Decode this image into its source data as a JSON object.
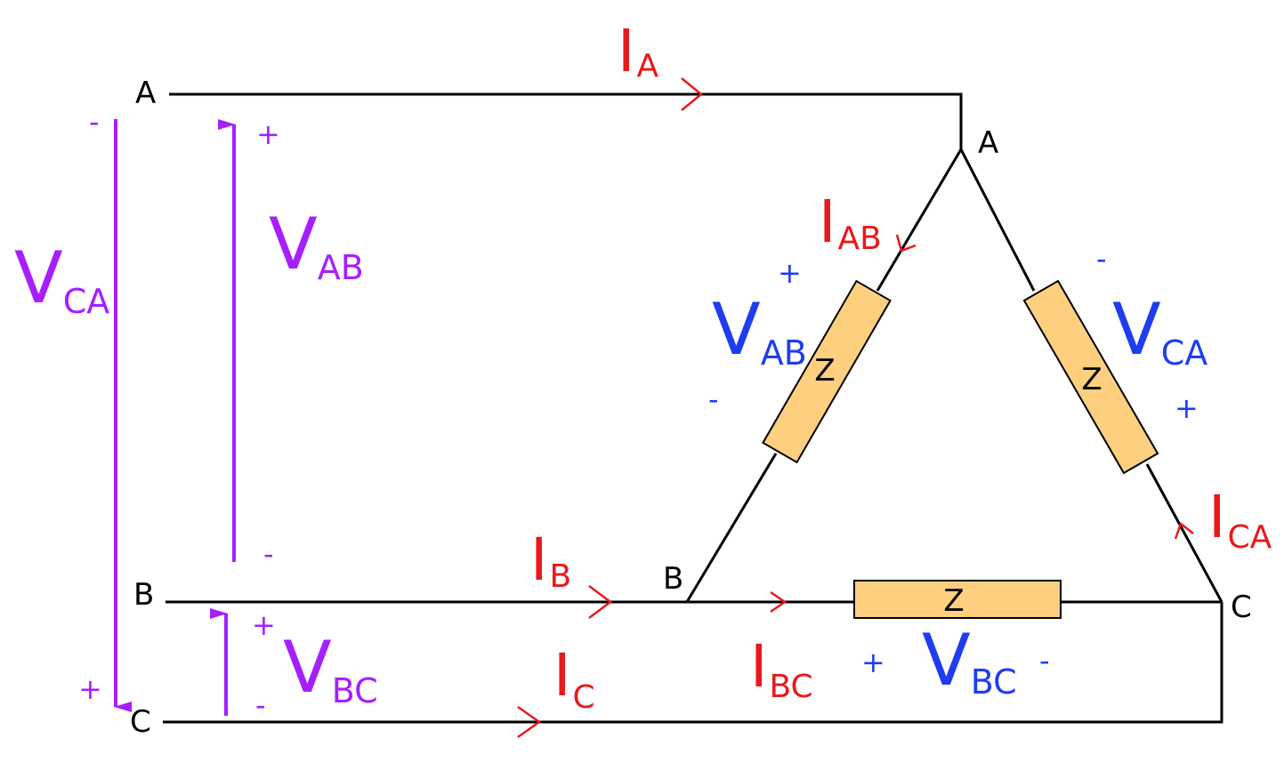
{
  "colors": {
    "wire": "#000000",
    "current": "#e8191b",
    "line_voltage": "#a51fff",
    "phase_voltage": "#1f3df0",
    "impedance_fill": "#fdcf7e"
  },
  "nodes": {
    "source_a": "A",
    "source_b": "B",
    "source_c": "C",
    "load_a": "A",
    "load_b": "B",
    "load_c": "C"
  },
  "impedances": {
    "ab": "Z",
    "bc": "Z",
    "ca": "Z"
  },
  "line_currents": {
    "a": {
      "main": "I",
      "sub": "A"
    },
    "b": {
      "main": "I",
      "sub": "B"
    },
    "c": {
      "main": "I",
      "sub": "C"
    }
  },
  "phase_currents": {
    "ab": {
      "main": "I",
      "sub": "AB"
    },
    "bc": {
      "main": "I",
      "sub": "BC"
    },
    "ca": {
      "main": "I",
      "sub": "CA"
    }
  },
  "line_voltages": {
    "ca": {
      "main": "V",
      "sub": "CA",
      "top_sign": "-",
      "bottom_sign": "+"
    },
    "ab": {
      "main": "V",
      "sub": "AB",
      "top_sign": "+",
      "bottom_sign": "-"
    },
    "bc": {
      "main": "V",
      "sub": "BC",
      "top_sign": "+",
      "bottom_sign": "-"
    }
  },
  "phase_voltages": {
    "ab": {
      "main": "V",
      "sub": "AB",
      "plus": "+",
      "minus": "-"
    },
    "ca": {
      "main": "V",
      "sub": "CA",
      "plus": "+",
      "minus": "-"
    },
    "bc": {
      "main": "V",
      "sub": "BC",
      "plus": "+",
      "minus": "-"
    }
  }
}
